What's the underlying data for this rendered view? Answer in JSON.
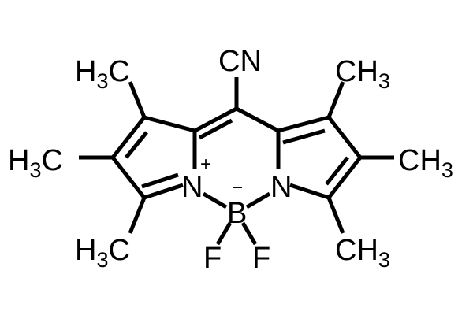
{
  "molecule": {
    "groups": {
      "cn": "CN",
      "ch3": "CH",
      "h3c": "H",
      "c_after_h3": "C",
      "sub3": "3"
    },
    "atoms": {
      "n_left": "N",
      "n_right": "N",
      "boron": "B",
      "fluorine_left": "F",
      "fluorine_right": "F"
    },
    "charges": {
      "plus": "+",
      "minus": "−"
    }
  }
}
